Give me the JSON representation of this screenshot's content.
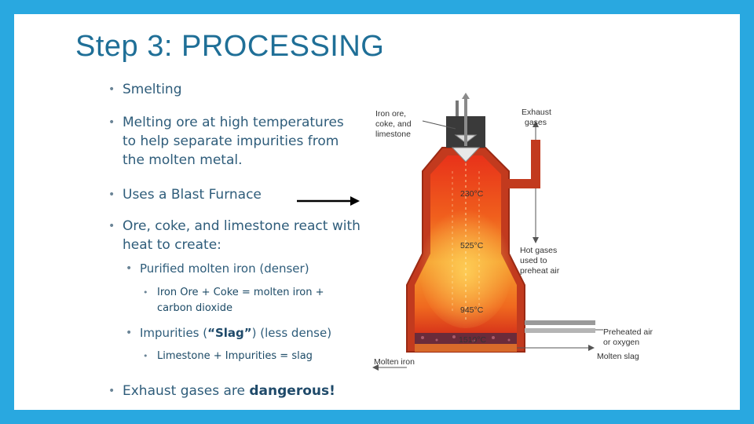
{
  "title": "Step 3: PROCESSING",
  "bullets": {
    "smelting": "Smelting",
    "melting": "Melting ore at high temperatures to help separate impurities from the molten metal.",
    "blast_furnace": "Uses a Blast Furnace",
    "react": "Ore, coke, and limestone react with heat to create:",
    "purified": "Purified molten iron (denser)",
    "equation1": "Iron Ore + Coke = molten iron + carbon dioxide",
    "impurities_pre": "Impurities (",
    "slag_word": "“Slag”",
    "impurities_post": ") (less dense)",
    "equation2": "Limestone + Impurities = slag",
    "exhaust_pre": "Exhaust gases are ",
    "exhaust_em": "dangerous!"
  },
  "diagram": {
    "label_input_1": "Iron ore,",
    "label_input_2": "coke, and",
    "label_input_3": "limestone",
    "label_exhaust_1": "Exhaust",
    "label_exhaust_2": "gases",
    "label_hot_1": "Hot gases",
    "label_hot_2": "used to",
    "label_hot_3": "preheat air",
    "label_air_1": "Preheated air",
    "label_air_2": "or oxygen",
    "label_slag": "Molten slag",
    "label_iron": "Molten iron",
    "temp_1": "230°C",
    "temp_2": "525°C",
    "temp_3": "945°C",
    "temp_4": "1510°C"
  }
}
